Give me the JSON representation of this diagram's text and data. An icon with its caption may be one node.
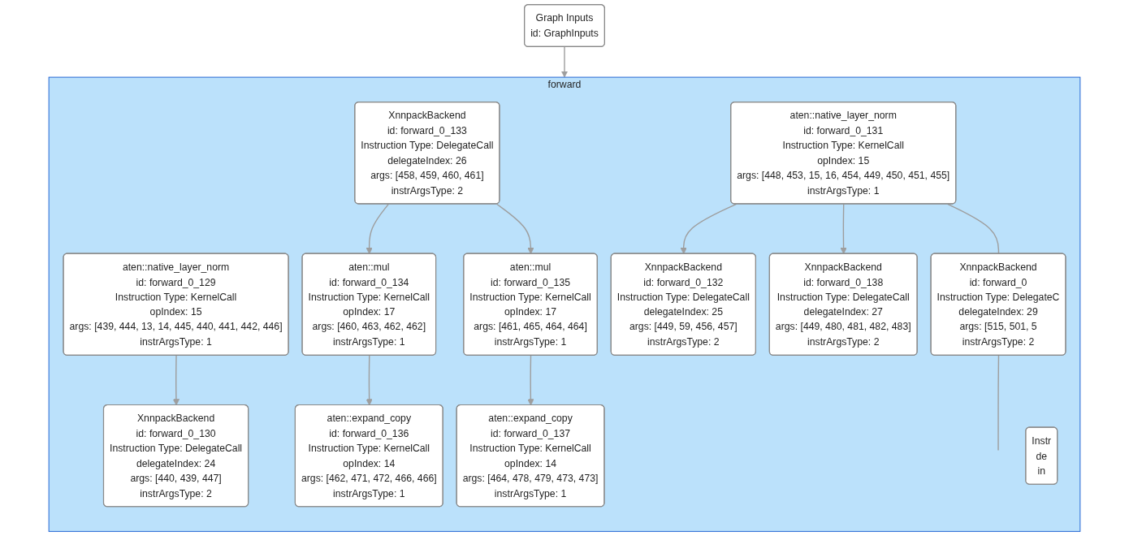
{
  "diagram": {
    "nodes": [
      {
        "text": [
          "Graph Inputs",
          "id: GraphInputs"
        ]
      },
      {
        "text": [
          "forward"
        ]
      },
      {
        "text": [
          "aten::native_layer_norm",
          "id: forward_0_129",
          "Instruction Type: KernelCall",
          "opIndex: 15",
          "args: [439, 444, 13, 14, 445, 440, 441, 442, 446]",
          "instrArgsType: 1"
        ],
        "in": 1
      },
      {
        "text": [
          "XnnpackBackend",
          "id: forward_0_133",
          "Instruction Type: DelegateCall",
          "delegateIndex: 26",
          "args: [458, 459, 460, 461]",
          "instrArgsType: 2"
        ],
        "in": 1
      },
      {
        "text": [
          "aten::native_layer_norm",
          "id: forward_0_131",
          "Instruction Type: KernelCall",
          "opIndex: 15",
          "args: [448, 453, 15, 16, 454, 449, 450, 451, 455]",
          "instrArgsType: 1"
        ],
        "in": 1
      },
      {
        "text": [
          "XnnpackBackend",
          "id: forward_0",
          "Instruction Type: DelegateC",
          "delegateIndex: 29",
          "args: [515, 501, 5",
          "instrArgsType: 2"
        ],
        "in": 1
      },
      {
        "text": [
          "XnnpackBackend",
          "id: forward_0_130",
          "Instruction Type: DelegateCall",
          "delegateIndex: 24",
          "args: [440, 439, 447]",
          "instrArgsType: 2"
        ],
        "in": 1
      },
      {
        "text": [
          "aten::mul",
          "id: forward_0_134",
          "Instruction Type: KernelCall",
          "opIndex: 17",
          "args: [460, 463, 462, 462]",
          "instrArgsType: 1"
        ],
        "in": 1
      },
      {
        "text": [
          "aten::mul",
          "id: forward_0_135",
          "Instruction Type: KernelCall",
          "opIndex: 17",
          "args: [461, 465, 464, 464]",
          "instrArgsType: 1"
        ],
        "in": 1
      },
      {
        "text": [
          "XnnpackBackend",
          "id: forward_0_132",
          "Instruction Type: DelegateCall",
          "delegateIndex: 25",
          "args: [449, 59, 456, 457]",
          "instrArgsType: 2"
        ],
        "in": 1
      },
      {
        "text": [
          "XnnpackBackend",
          "id: forward_0_138",
          "Instruction Type: DelegateCall",
          "delegateIndex: 27",
          "args: [449, 480, 481, 482, 483]",
          "instrArgsType: 2"
        ],
        "in": 1
      },
      {
        "text": [
          "Instr",
          "de",
          "in"
        ],
        "in": 1
      },
      {
        "text": [
          "aten::expand_copy",
          "id: forward_0_136",
          "Instruction Type: KernelCall",
          "opIndex: 14",
          "args: [462, 471, 472, 466, 466]",
          "instrArgsType: 1"
        ],
        "in": 1
      },
      {
        "text": [
          "aten::expand_copy",
          "id: forward_0_137",
          "Instruction Type: KernelCall",
          "opIndex: 14",
          "args: [464, 478, 479, 473, 473]",
          "instrArgsType: 1"
        ],
        "in": 1
      }
    ],
    "edges": [
      {
        "from": 0,
        "to": 1,
        "arrow": "to"
      },
      {
        "from": 2,
        "to": 6,
        "arrow": "to"
      },
      {
        "from": 3,
        "to": 7,
        "arrow": "to"
      },
      {
        "from": 3,
        "to": 8,
        "arrow": "to"
      },
      {
        "from": 7,
        "to": 12,
        "arrow": "to"
      },
      {
        "from": 8,
        "to": 13,
        "arrow": "to"
      },
      {
        "from": 4,
        "to": 9,
        "arrow": "to"
      },
      {
        "from": 4,
        "to": 10,
        "arrow": "to"
      },
      {
        "from": 4,
        "to": 5,
        "arrow": "none"
      },
      {
        "from": 5,
        "to": null,
        "arrow": "none"
      }
    ]
  }
}
